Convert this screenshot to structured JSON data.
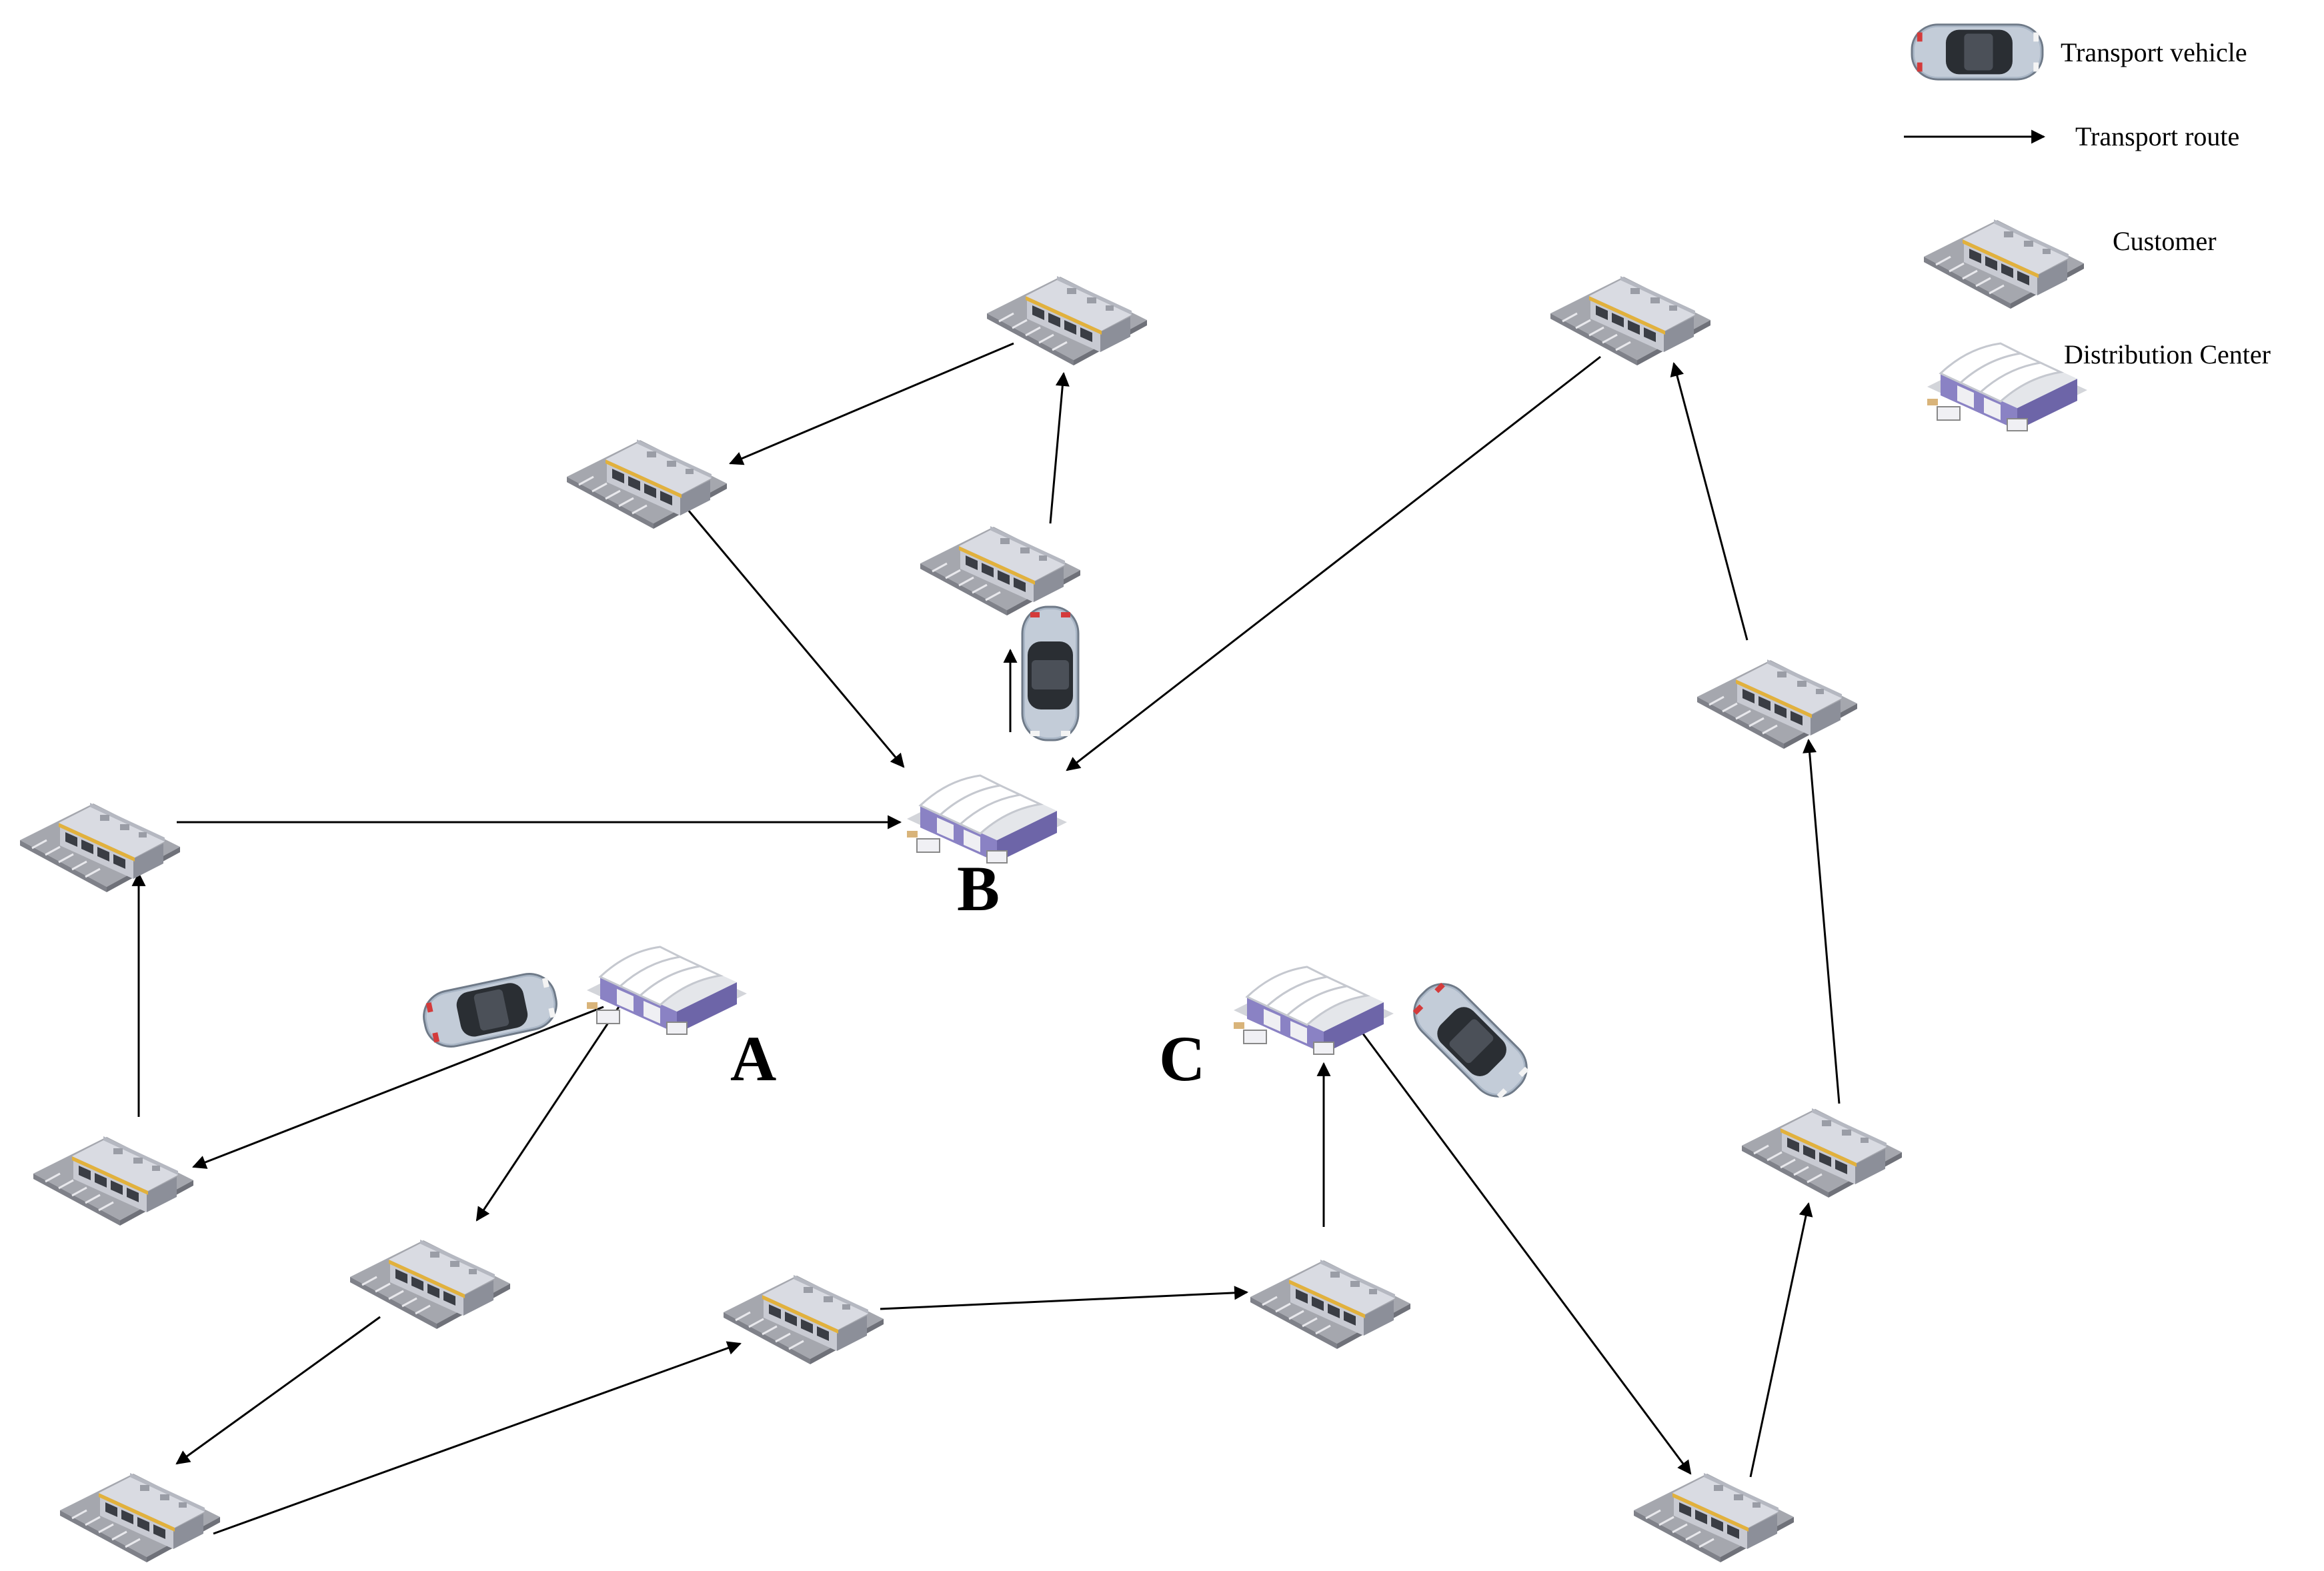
{
  "legend": {
    "vehicle": "Transport vehicle",
    "route": "Transport route",
    "customer": "Customer",
    "center": "Distribution Center"
  },
  "centers": {
    "a": "A",
    "b": "B",
    "c": "C"
  },
  "colors": {
    "line": "#000000",
    "building_roof": "#d9dbe2",
    "building_wall": "#8c8f99",
    "building_awning": "#e2b13c",
    "warehouse_wall": "#7d75b8",
    "warehouse_roof": "#e4e6ea",
    "car_body": "#a9b6c6",
    "car_roof": "#2a2e33"
  },
  "icons": [
    "car-icon",
    "arrow-icon",
    "customer-building-icon",
    "warehouse-icon"
  ]
}
